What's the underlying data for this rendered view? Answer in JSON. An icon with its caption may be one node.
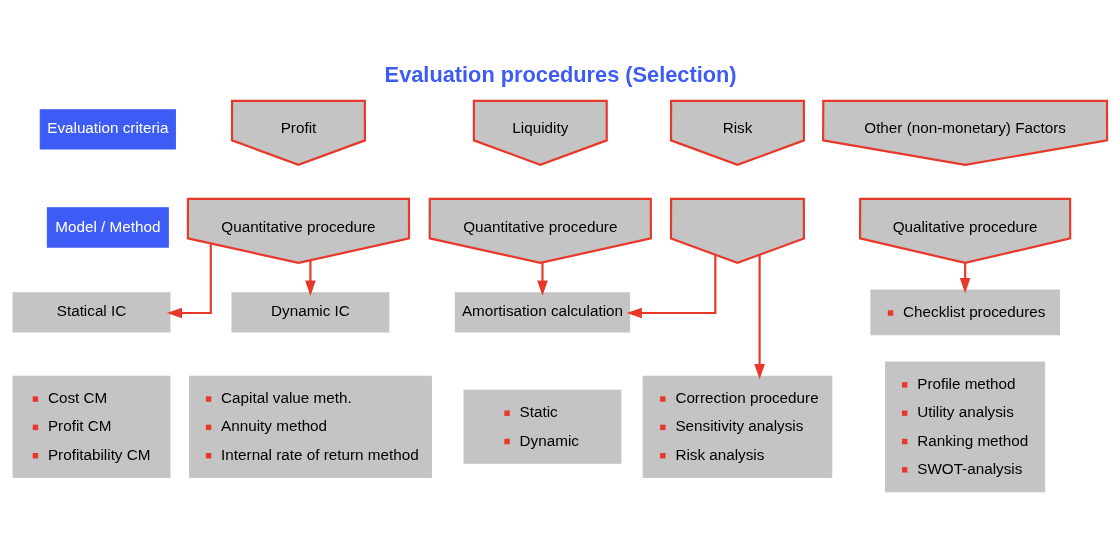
{
  "diagram": {
    "title": "Evaluation procedures (Selection)",
    "nodes": [
      {
        "text": [
          "Evaluation criteria"
        ]
      },
      {
        "text": [
          "Model / Method"
        ]
      },
      {
        "text": [
          "Profit"
        ]
      },
      {
        "text": [
          "Liquidity"
        ]
      },
      {
        "text": [
          "Risk"
        ]
      },
      {
        "text": [
          "Other (non-monetary) Factors"
        ]
      },
      {
        "text": [
          "Quantitative procedure"
        ]
      },
      {
        "text": [
          "Quantitative procedure"
        ]
      },
      {
        "text": [],
        "shape": "chevron"
      },
      {
        "text": [
          "Qualitative procedure"
        ]
      },
      {
        "text": [
          "Statical IC"
        ]
      },
      {
        "text": [
          "Cost CM",
          "Profit CM",
          "Profitability CM"
        ]
      },
      {
        "text": [
          "Dynamic IC"
        ]
      },
      {
        "text": [
          "Capital value meth.",
          "Annuity method",
          "Internal rate of return method"
        ]
      },
      {
        "text": [
          "Amortisation calculation"
        ]
      },
      {
        "text": [
          "Static",
          "Dynamic"
        ]
      },
      {
        "text": [
          "Correction procedure",
          "Sensitivity analysis",
          "Risk analysis"
        ]
      },
      {
        "text": [
          "Checklist procedures"
        ]
      },
      {
        "text": [
          "Profile method",
          "Utility analysis",
          "Ranking method",
          "SWOT-analysis"
        ]
      }
    ],
    "edges": [
      {
        "from": 6,
        "to": 10,
        "arrow": "to"
      },
      {
        "from": 6,
        "to": 12,
        "arrow": "to"
      },
      {
        "from": 7,
        "to": 14,
        "arrow": "to"
      },
      {
        "from": 8,
        "to": 14,
        "arrow": "to"
      },
      {
        "from": 8,
        "to": 16,
        "arrow": "to"
      },
      {
        "from": 9,
        "to": 17,
        "arrow": "to"
      }
    ]
  }
}
